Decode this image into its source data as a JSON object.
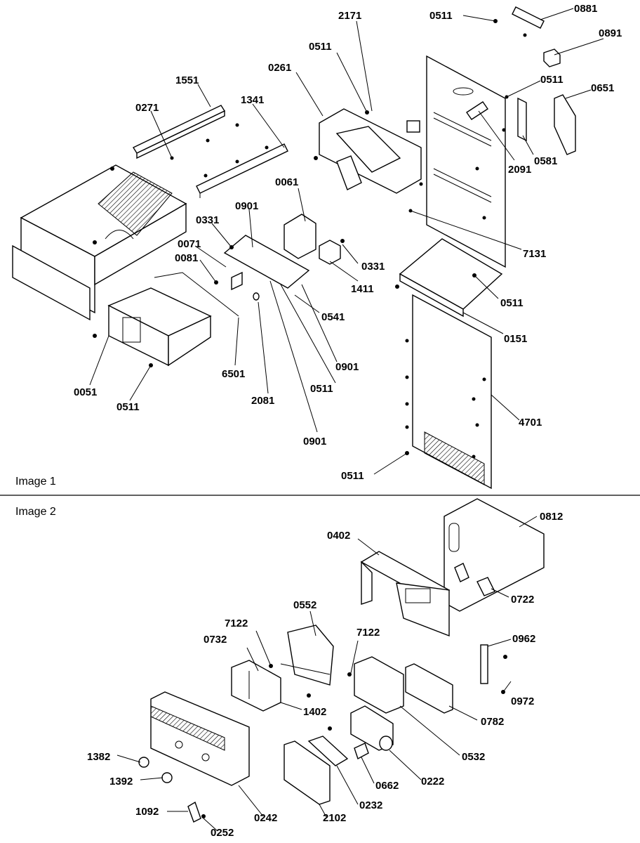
{
  "panels": [
    {
      "title": "Image 1"
    },
    {
      "title": "Image 2"
    }
  ],
  "callouts": [
    "0511",
    "0881",
    "2171",
    "0891",
    "0511",
    "0261",
    "0511",
    "0651",
    "1551",
    "1341",
    "0271",
    "0581",
    "2091",
    "0061",
    "0901",
    "0331",
    "0071",
    "0081",
    "0331",
    "1411",
    "7131",
    "0511",
    "0541",
    "0151",
    "0901",
    "6501",
    "0511",
    "2081",
    "0051",
    "0511",
    "0901",
    "4701",
    "0511",
    "0812",
    "0402",
    "0722",
    "0552",
    "7122",
    "7122",
    "0732",
    "0962",
    "1402",
    "0972",
    "0782",
    "0532",
    "1382",
    "1392",
    "0662",
    "0222",
    "0232",
    "1092",
    "0242",
    "2102",
    "0252"
  ]
}
